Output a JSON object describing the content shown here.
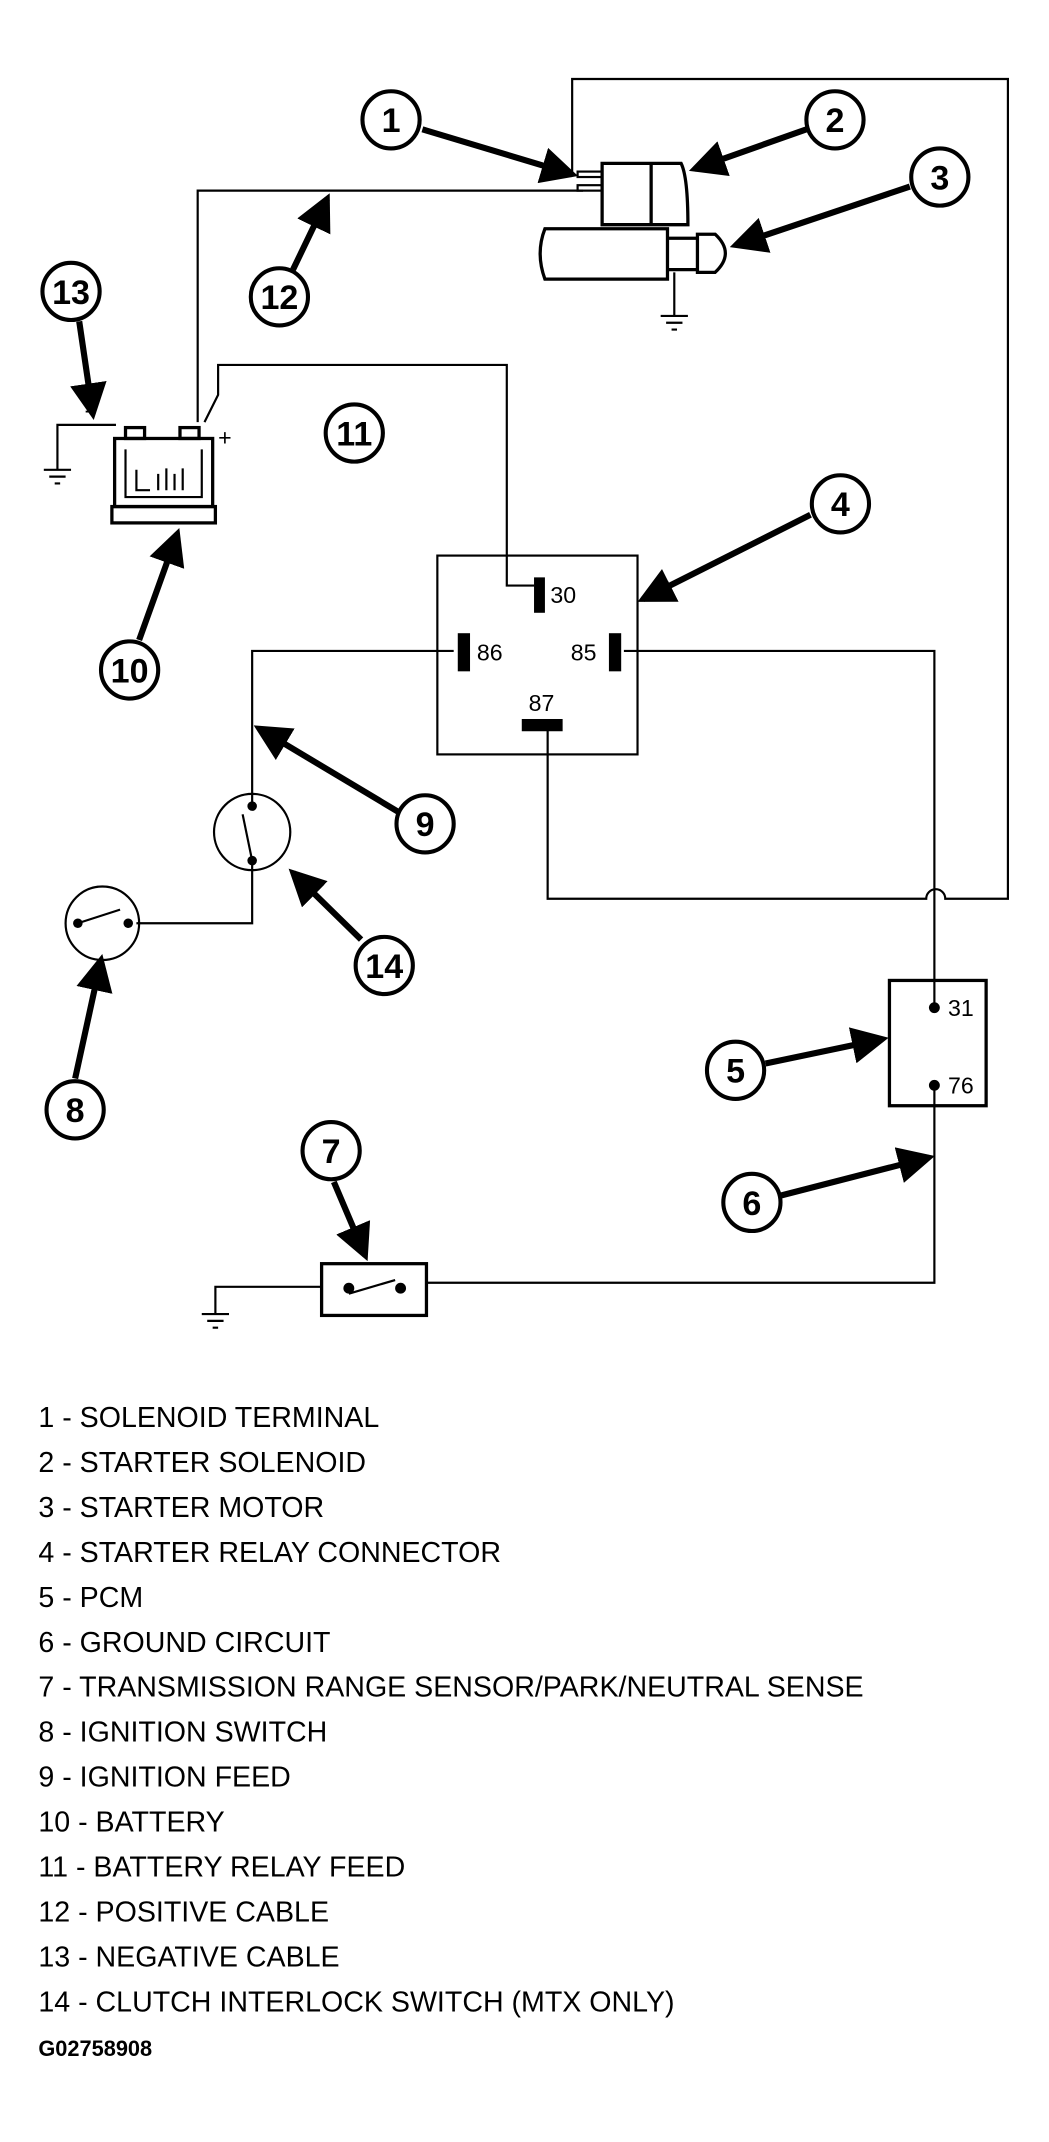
{
  "diagram": {
    "callouts": [
      "1",
      "2",
      "3",
      "4",
      "5",
      "6",
      "7",
      "8",
      "9",
      "10",
      "11",
      "12",
      "13",
      "14"
    ],
    "relay_pins": {
      "p30": "30",
      "p86": "86",
      "p85": "85",
      "p87": "87"
    },
    "pcm_pins": {
      "p31": "31",
      "p76": "76"
    },
    "battery_terminals": {
      "negative": "-",
      "positive": "+"
    }
  },
  "legend": [
    "1 - SOLENOID TERMINAL",
    "2 - STARTER SOLENOID",
    "3 - STARTER MOTOR",
    "4 - STARTER RELAY CONNECTOR",
    "5 - PCM",
    "6 - GROUND CIRCUIT",
    "7 - TRANSMISSION RANGE SENSOR/PARK/NEUTRAL SENSE",
    "8 - IGNITION SWITCH",
    "9 - IGNITION FEED",
    "10 - BATTERY",
    "11 - BATTERY RELAY FEED",
    "12 - POSITIVE CABLE",
    "13 - NEGATIVE CABLE",
    "14 - CLUTCH INTERLOCK SWITCH (MTX ONLY)"
  ],
  "figure_id": "G02758908"
}
